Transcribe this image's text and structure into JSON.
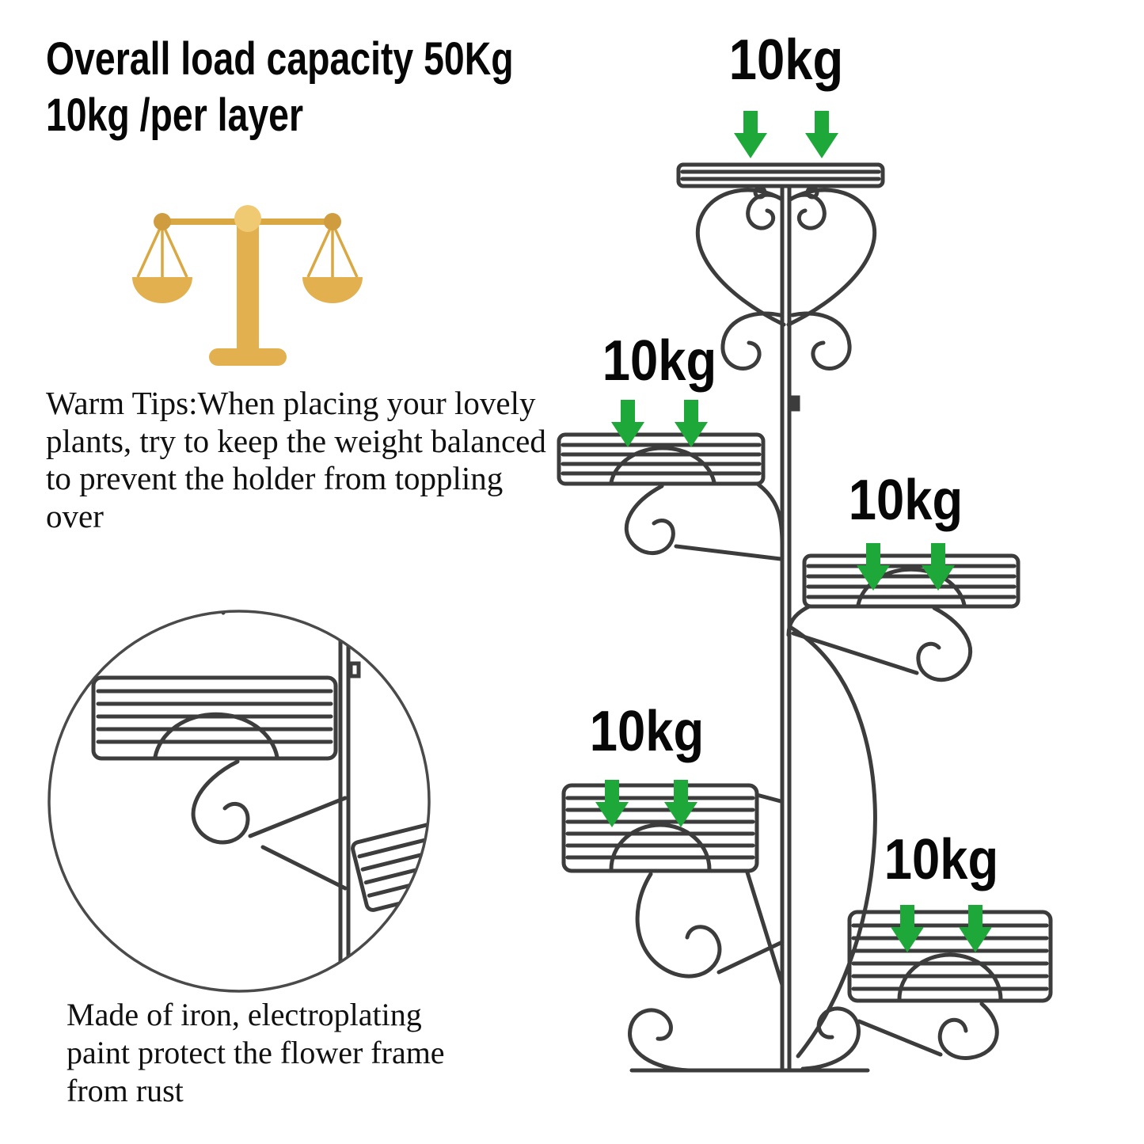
{
  "title": {
    "line1": "Overall load capacity 50Kg",
    "line2": "10kg /per layer"
  },
  "tips": {
    "warm": "Warm Tips:When placing your lovely plants, try to keep the weight balanced to prevent the holder from toppling over"
  },
  "material": {
    "note": "Made of iron, electroplating paint protect the flower frame from rust"
  },
  "load_labels": [
    {
      "position": "top-shelf",
      "text": "10kg"
    },
    {
      "position": "second-shelf-left",
      "text": "10kg"
    },
    {
      "position": "third-shelf-right",
      "text": "10kg"
    },
    {
      "position": "fourth-shelf-left",
      "text": "10kg"
    },
    {
      "position": "fifth-shelf-right",
      "text": "10kg"
    }
  ],
  "icons": {
    "balance_scale": "balance-scale-icon",
    "down_arrow": "down-arrow-icon",
    "zoom_circle": "detail-zoom-circle"
  },
  "colors": {
    "arrow_green": "#1fa83a",
    "scale_gold": "#e2b04e",
    "scale_gold_light": "#f0ca72",
    "scale_gold_dark": "#cf9d3f",
    "frame_dark": "#3c3c3c",
    "text_black": "#070707"
  }
}
